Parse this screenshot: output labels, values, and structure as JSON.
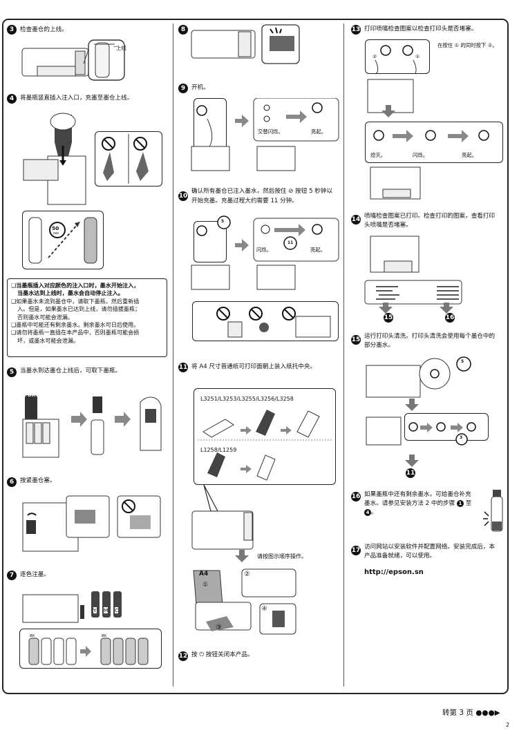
{
  "steps": {
    "s3": {
      "n": "3",
      "text": "检查墨仓的上线。",
      "upper_line": "上线"
    },
    "s4": {
      "n": "4",
      "text": "将墨瓶竖直插入注入口，充墨至墨仓上线。",
      "timer": "50",
      "timer_unit": "sec"
    },
    "note": {
      "l1": "❑当墨瓶插入对应颜色的注入口时，墨水开始注入，",
      "l2": "当墨水达到上线时，墨水会自动停止注入。",
      "l3": "❑如果墨水未流到墨仓中，请取下墨瓶，然后重新插",
      "l4": "入。但是，如果墨水已达到上线，请勿插拔墨瓶；",
      "l5": "否则墨水可能会泄漏。",
      "l6": "❑墨瓶中可能还有剩余墨水。剩余墨水可日后使用。",
      "l7": "❑请勿将墨瓶一直插在本产品中，否则墨瓶可能会损",
      "l8": "坏，或墨水可能会泄漏。"
    },
    "s5": {
      "n": "5",
      "text": "当墨水到达墨仓上线后，可取下墨瓶。",
      "ink": "BK"
    },
    "s6": {
      "n": "6",
      "text": "按紧墨仓塞。"
    },
    "s7": {
      "n": "7",
      "text": "逐色注墨。",
      "colors": [
        "BK",
        "Y",
        "M",
        "C"
      ]
    },
    "s8": {
      "n": "8"
    },
    "s9": {
      "n": "9",
      "text": "开机。",
      "alt_blink": "交替闪烁。",
      "lit": "亮起。"
    },
    "s10": {
      "n": "10",
      "text1": "确认所有墨仓已注入墨水，然后按住 ⊘ 按钮 5 秒钟以",
      "text2": "开始充墨。充墨过程大约需要 11 分钟。",
      "blink": "闪烁。",
      "lit": "亮起。",
      "timer5": "5",
      "timer11": "11",
      "sec": "sec",
      "min": "min"
    },
    "s11": {
      "n": "11",
      "text": "将 A4 尺寸普通纸可打印面朝上装入纸托中央。",
      "models1": "L3251/L3253/L3255/L3256/L3258",
      "models2": "L1258/L1259",
      "follow": "请按图示顺序操作。",
      "a4": "A4",
      "c1": "①",
      "c2": "②",
      "c3": "③",
      "c4": "④"
    },
    "s12": {
      "n": "12",
      "text": "按 ⏻ 按钮关闭本产品。"
    },
    "s13": {
      "n": "13",
      "text": "打印喷嘴检查图案以检查打印头是否堵塞。",
      "hint": "在按住 ① 的同时按下 ②。",
      "off": "熄灭。",
      "blink": "闪烁。",
      "lit": "亮起。",
      "c1": "①",
      "c2": "②"
    },
    "s14": {
      "n": "14",
      "text1": "喷嘴检查图案已打印。检查打印的图案，查看打印",
      "text2": "头喷嘴是否堵塞。",
      "r1": "15",
      "r2": "16"
    },
    "s15": {
      "n": "15",
      "text1": "运行打印头清洗。打印头清洗会使用每个墨仓中的",
      "text2": "部分墨水。",
      "timer5": "5",
      "timer3": "3",
      "sec": "sec",
      "min": "min",
      "next": "11"
    },
    "s16": {
      "n": "16",
      "text1": "如果墨瓶中还有剩余墨水，可给墨仓补充",
      "text2": "墨水。请参见安装方法 2 中的步骤",
      "ref_a": "1",
      "ref_sep": "至",
      "ref_b": "4",
      "end": "。"
    },
    "s17": {
      "n": "17",
      "text1": "访问网站以安装软件并配置网络。安装完成后，本",
      "text2": "产品准备就绪，可以使用。",
      "url": "http://epson.sn"
    }
  },
  "footer": {
    "cont": "转第 3 页 ●●●▶",
    "page": "2"
  }
}
